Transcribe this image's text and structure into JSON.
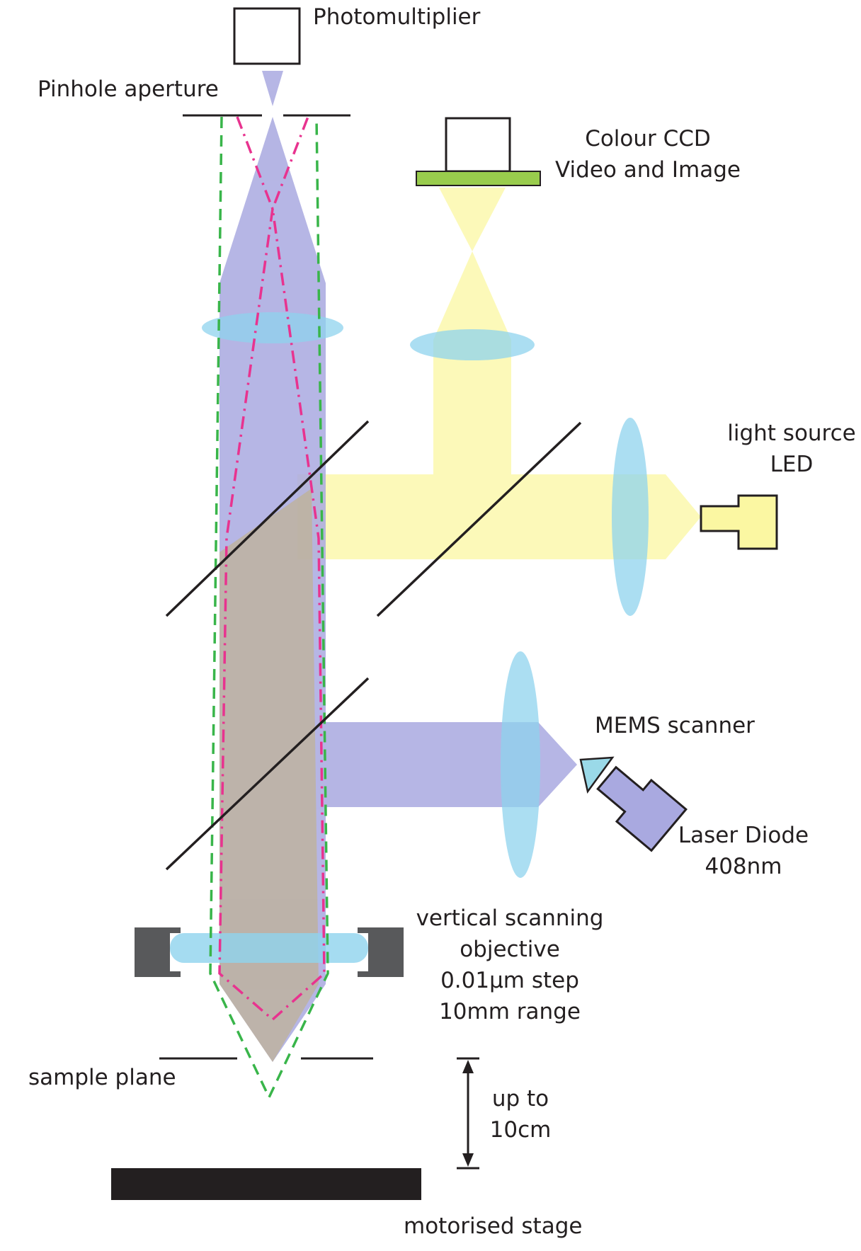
{
  "labels": {
    "photomultiplier": "Photomultiplier",
    "pinhole_aperture": "Pinhole aperture",
    "colour_ccd_line1": "Colour CCD",
    "colour_ccd_line2": "Video and Image",
    "light_source_line1": "light source",
    "light_source_line2": "LED",
    "mems_scanner": "MEMS scanner",
    "laser_diode_line1": "Laser Diode",
    "laser_diode_line2": "408nm",
    "objective_line1": "vertical scanning",
    "objective_line2": "objective",
    "objective_line3": "0.01µm step",
    "objective_line4": "10mm range",
    "sample_plane": "sample plane",
    "range_line1": "up to",
    "range_line2": "10cm",
    "motorised_stage": "motorised stage"
  },
  "colors": {
    "laser_beam": "#a9a9e0",
    "led_beam": "#fbf7a2",
    "lens": "#8fd3ee",
    "ccd_filter": "#99cc4d",
    "confocal_ray": "#e8338f",
    "widefield_ray": "#39b54a",
    "housing": "#58595b",
    "stage": "#231f20"
  }
}
